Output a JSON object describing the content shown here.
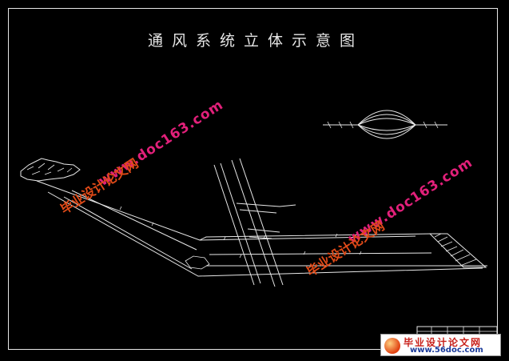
{
  "title": "通风系统立体示意图",
  "watermarks": [
    {
      "url": "www.doc163.com",
      "cn": "毕业设计论文网"
    },
    {
      "url": "www.doc163.com",
      "cn": "毕业设计论文网"
    }
  ],
  "footer": {
    "cn": "毕业设计论文网",
    "url": "www.56doc.com"
  },
  "colors": {
    "background": "#000000",
    "lines": "#e8e8e8",
    "watermark_url": "#e2207a",
    "watermark_cn": "#e04a18"
  }
}
